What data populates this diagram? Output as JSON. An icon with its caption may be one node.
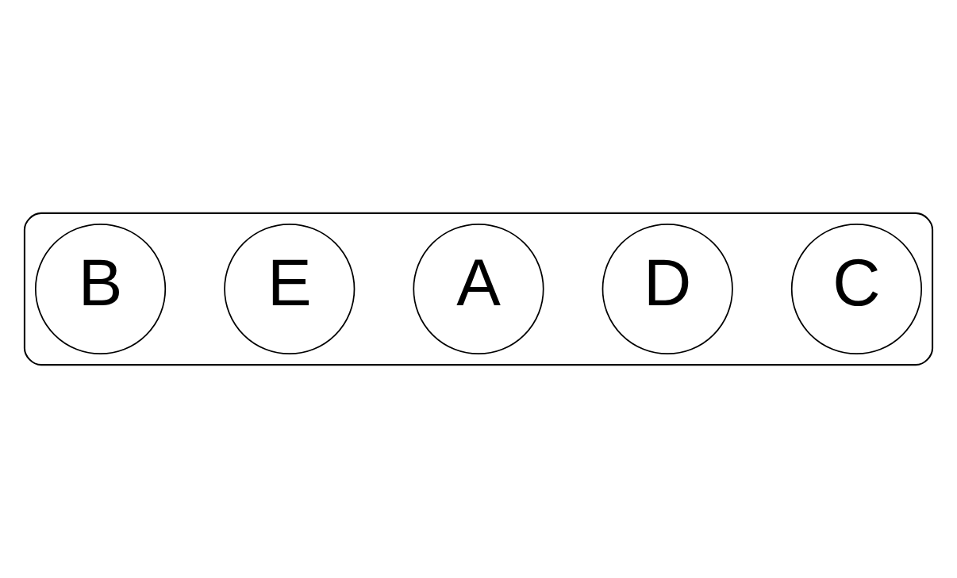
{
  "diagram": {
    "nodes": [
      {
        "text": [],
        "shape": "ellipse"
      },
      {
        "text": [
          "C"
        ],
        "in": 0
      },
      {
        "text": [
          "D"
        ],
        "in": 0
      },
      {
        "text": [
          "A"
        ],
        "in": 0
      },
      {
        "text": [
          "E"
        ],
        "in": 0
      },
      {
        "text": [
          "B"
        ],
        "in": 0
      }
    ],
    "edges": []
  }
}
